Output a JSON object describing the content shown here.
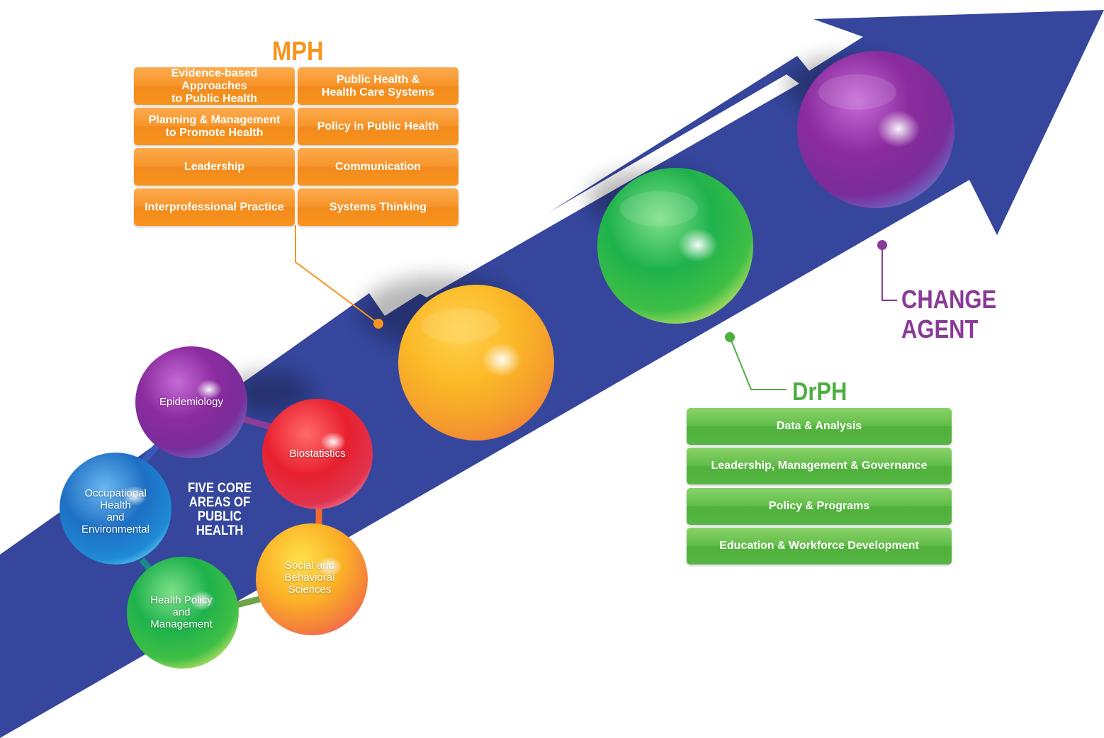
{
  "mph": {
    "title": "MPH",
    "items": [
      "Evidence-based Approaches\nto Public Health",
      "Public Health &\nHealth Care Systems",
      "Planning & Management\nto Promote Health",
      "Policy in Public Health",
      "Leadership",
      "Communication",
      "Interprofessional Practice",
      "Systems Thinking"
    ]
  },
  "drph": {
    "title": "DrPH",
    "items": [
      "Data & Analysis",
      "Leadership, Management & Governance",
      "Policy & Programs",
      "Education & Workforce Development"
    ]
  },
  "change_agent": {
    "title": "CHANGE AGENT"
  },
  "core": {
    "title": "FIVE CORE\nAREAS OF\nPUBLIC\nHEALTH",
    "areas": [
      "Epidemiology",
      "Biostatistics",
      "Occupational\nHealth\nand\nEnvironmental",
      "Health Policy\nand\nManagement",
      "Social and\nBehavioral\nSciences"
    ]
  },
  "colors": {
    "arrow": "#35469c",
    "mph": "#f7941d",
    "drph": "#4caf3e",
    "change_agent": "#8a3a97"
  }
}
